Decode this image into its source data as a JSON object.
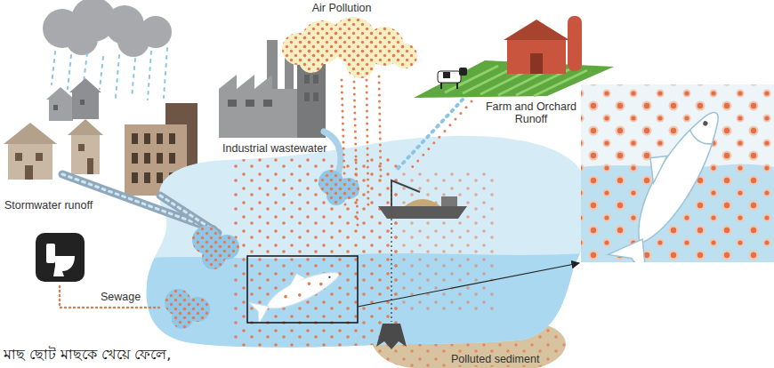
{
  "diagram": {
    "labels": [
      "Air Pollution",
      "Industrial wastewater",
      "Farm and Orchard Runoff",
      "Stormwater runoff",
      "Sewage",
      "Polluted sediment",
      "মাছ ছোট মাছকে খেয়ে ফেলে,"
    ]
  }
}
